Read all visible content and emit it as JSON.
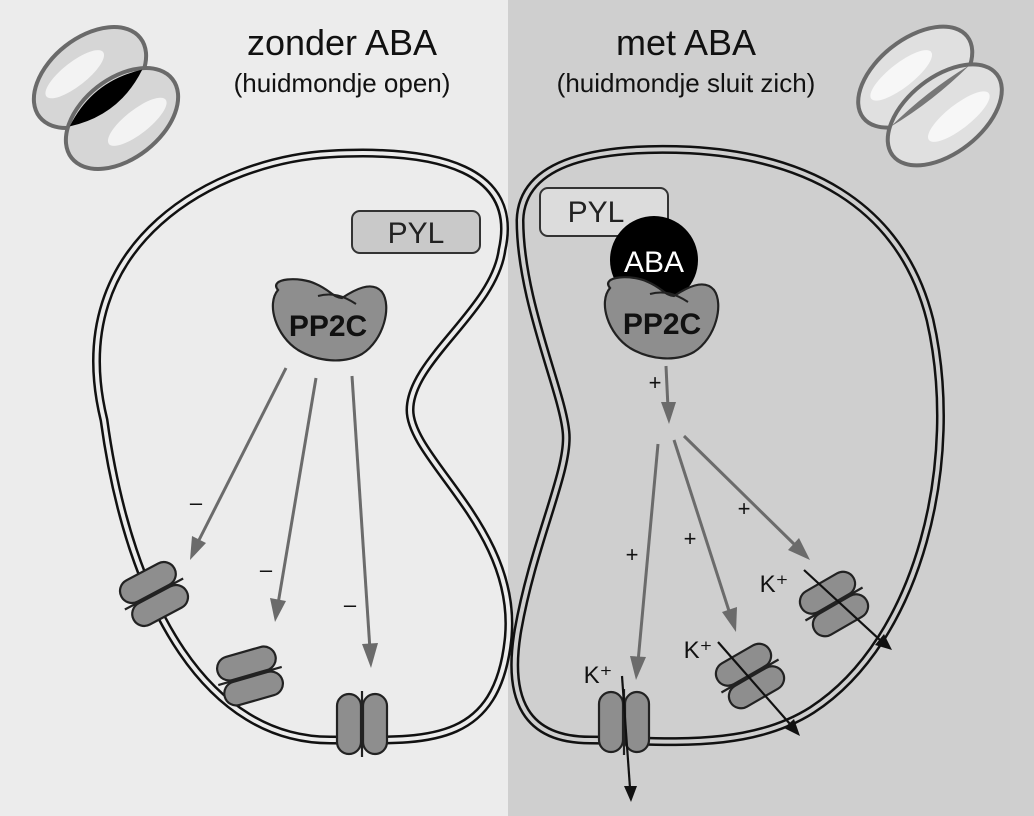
{
  "panels": {
    "left": {
      "title": "zonder ABA",
      "subtitle": "(huidmondje open)",
      "receptor_label": "PYL",
      "enzyme_label": "PP2C",
      "effect_signs": [
        "–",
        "–",
        "–"
      ]
    },
    "right": {
      "title": "met ABA",
      "subtitle": "(huidmondje sluit zich)",
      "receptor_label": "PYL",
      "hormone_label": "ABA",
      "enzyme_label": "PP2C",
      "activation_sign": "+",
      "effect_signs": [
        "+",
        "+",
        "+"
      ],
      "ion_labels": [
        "K⁺",
        "K⁺",
        "K⁺"
      ]
    }
  },
  "colors": {
    "left_background": "#ececec",
    "right_background": "#cfcfcf",
    "enzyme_fill": "#8e8e8e",
    "channel_fill": "#8e8e8e",
    "arrow": "#6b6b6b",
    "hormone_fill": "#000000"
  },
  "icons": [
    "stomata-open-icon",
    "stomata-closed-icon"
  ]
}
